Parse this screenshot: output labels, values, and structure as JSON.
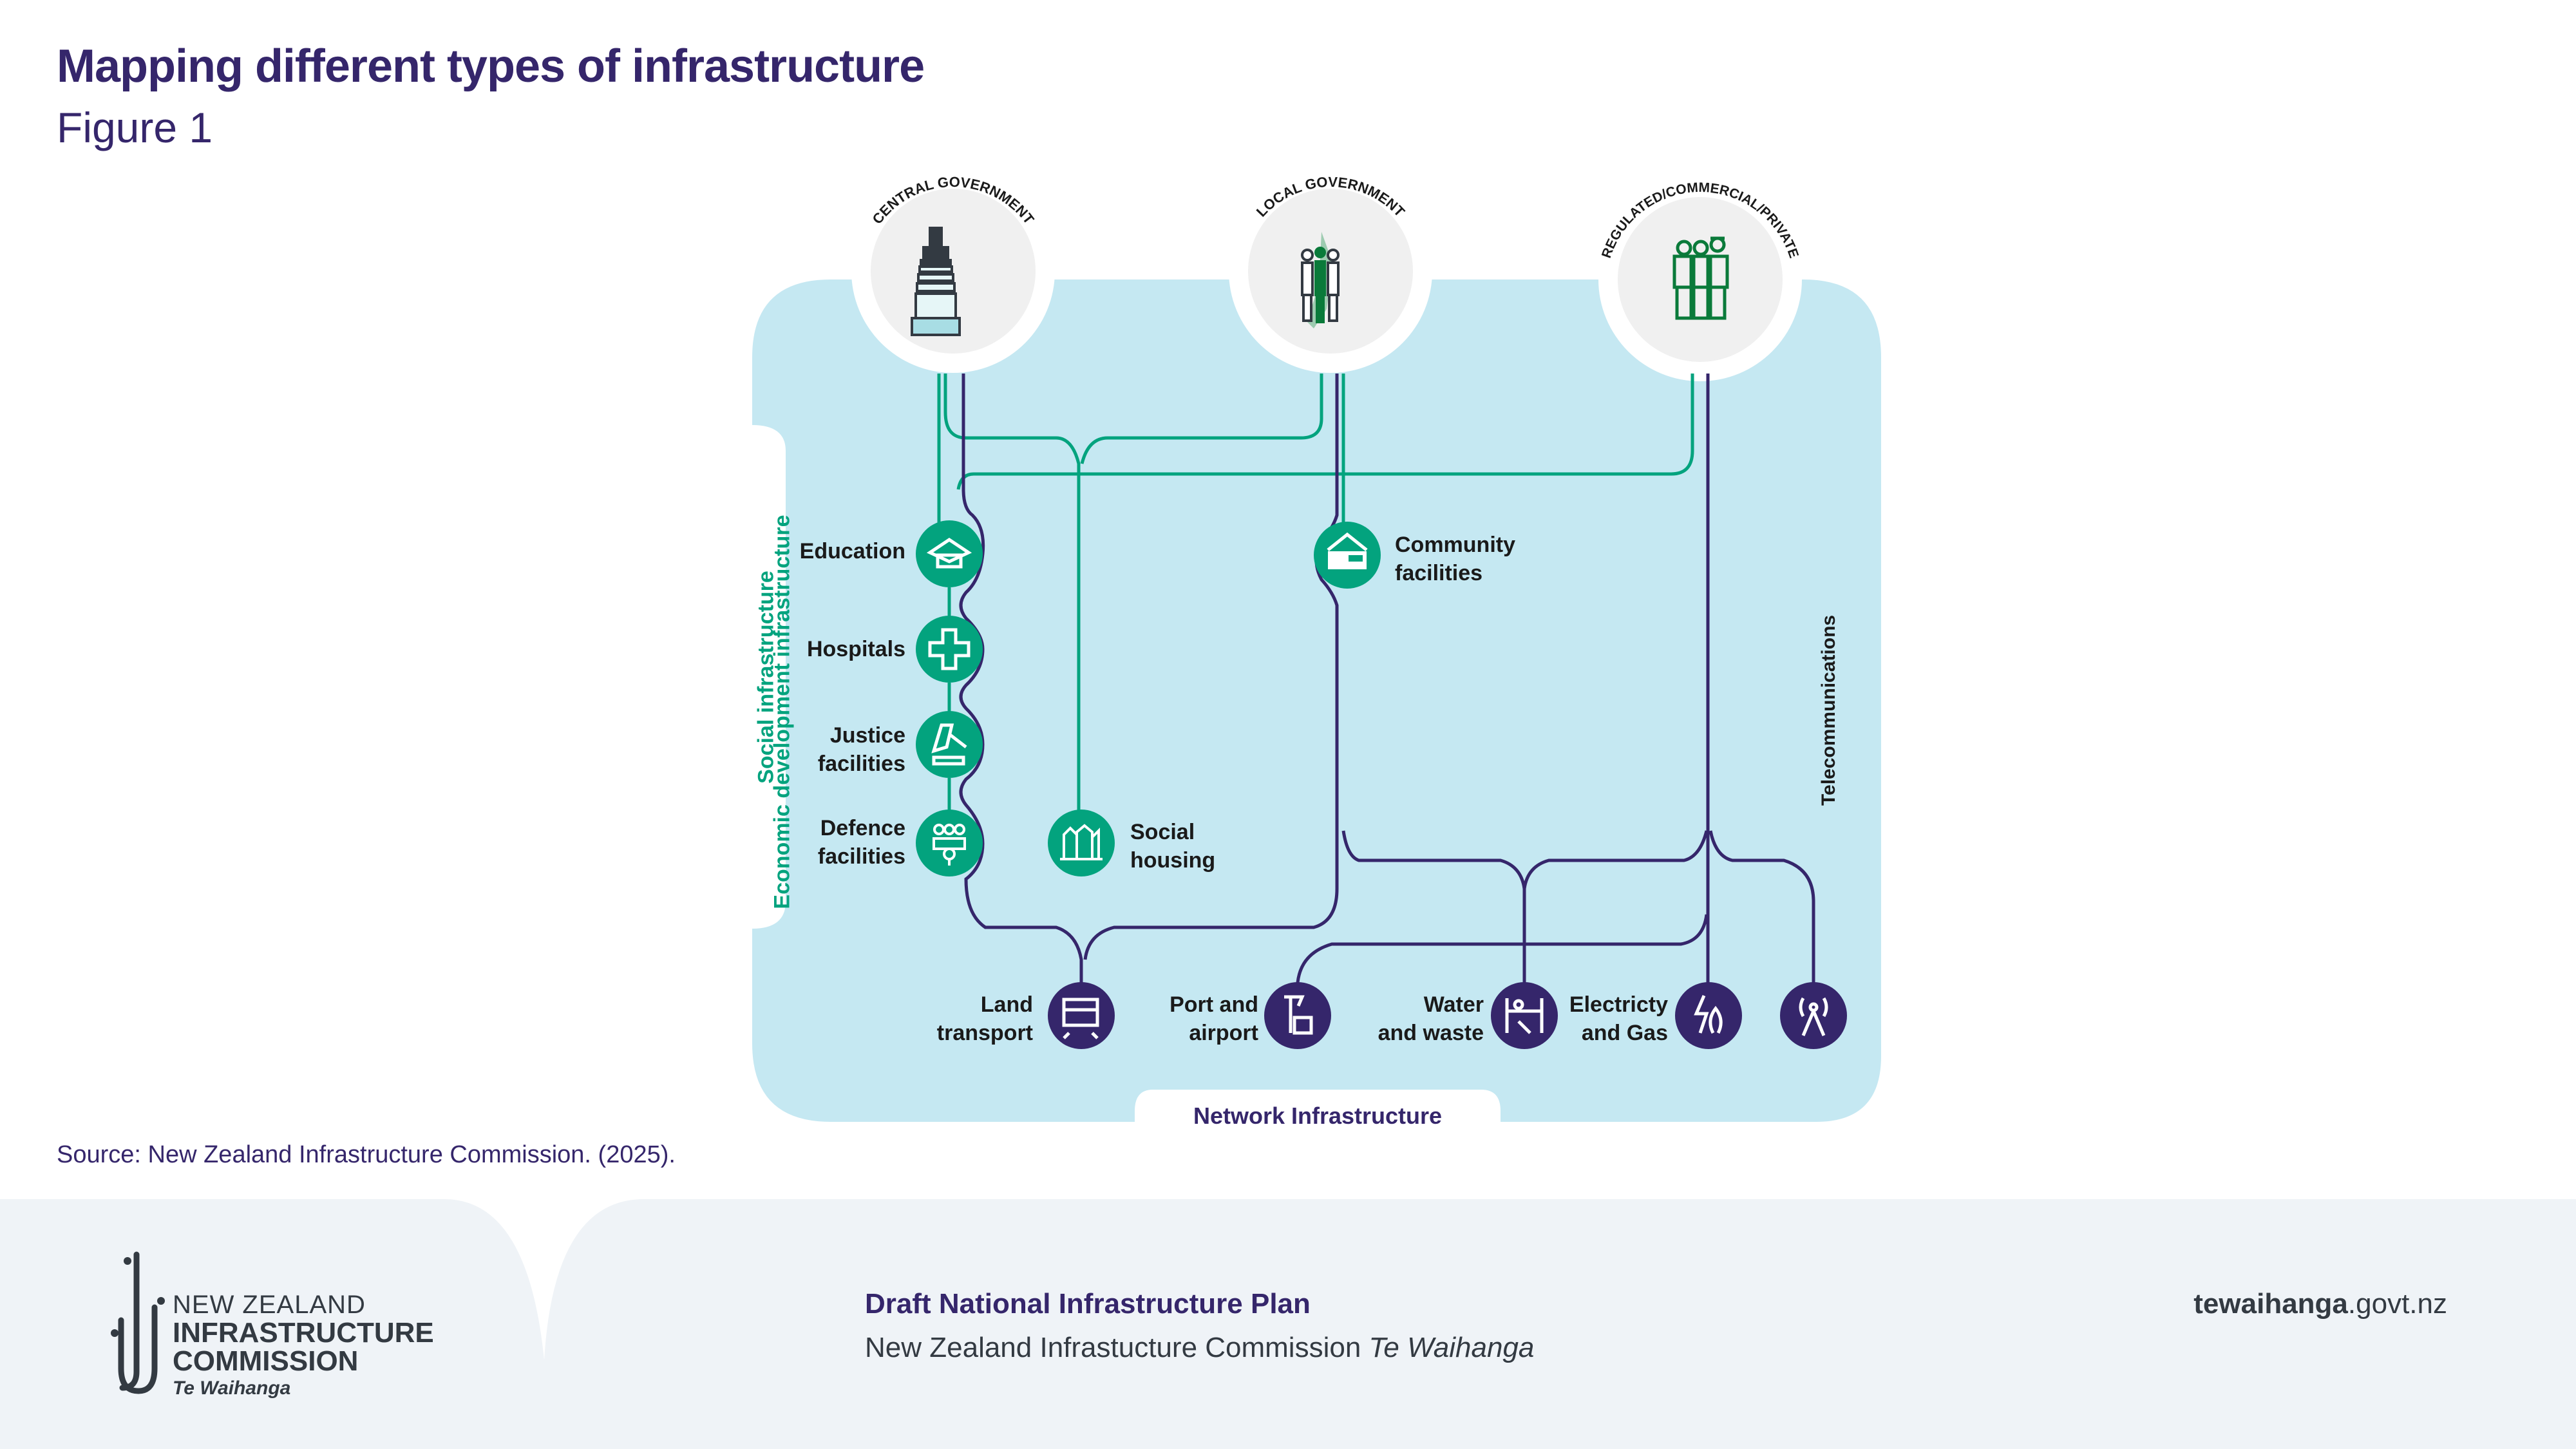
{
  "header": {
    "title": "Mapping different types of infrastructure",
    "subtitle": "Figure 1"
  },
  "diagram": {
    "colors": {
      "panel": "#c5e8f2",
      "social_green": "#03a37e",
      "network_purple": "#35266b",
      "circle_grey": "#f0f0f0",
      "label_dark": "#1a1a1a"
    },
    "owners": [
      {
        "id": "central",
        "label": "CENTRAL GOVERNMENT",
        "icon": "parliament-building-icon"
      },
      {
        "id": "local",
        "label": "LOCAL GOVERNMENT",
        "icon": "people-map-icon"
      },
      {
        "id": "regulated",
        "label": "REGULATED/COMMERCIAL/PRIVATE",
        "icon": "business-people-icon"
      }
    ],
    "side_labels": {
      "social": "Social infrastructure",
      "economic": "Economic development infrastructure",
      "telecom": "Telecommunications",
      "network": "Network Infrastructure"
    },
    "social_nodes": [
      {
        "id": "education",
        "label_line1": "Education",
        "label_line2": "",
        "icon": "graduation-cap-icon"
      },
      {
        "id": "hospitals",
        "label_line1": "Hospitals",
        "label_line2": "",
        "icon": "medical-cross-icon"
      },
      {
        "id": "justice",
        "label_line1": "Justice",
        "label_line2": "facilities",
        "icon": "gavel-icon"
      },
      {
        "id": "defence",
        "label_line1": "Defence",
        "label_line2": "facilities",
        "icon": "defence-group-icon"
      },
      {
        "id": "social-housing",
        "label_line1": "Social",
        "label_line2": "housing",
        "icon": "housing-icon"
      },
      {
        "id": "community",
        "label_line1": "Community",
        "label_line2": "facilities",
        "icon": "community-hall-icon"
      }
    ],
    "network_nodes": [
      {
        "id": "land-transport",
        "label_line1": "Land",
        "label_line2": "transport",
        "icon": "train-icon"
      },
      {
        "id": "port-airport",
        "label_line1": "Port and",
        "label_line2": "airport",
        "icon": "crane-icon"
      },
      {
        "id": "water-waste",
        "label_line1": "Water",
        "label_line2": "and waste",
        "icon": "water-pipes-icon"
      },
      {
        "id": "electricity-gas",
        "label_line1": "Electricty",
        "label_line2": "and Gas",
        "icon": "lightning-flame-icon"
      },
      {
        "id": "telecommunications",
        "label_line1": "",
        "label_line2": "",
        "icon": "radio-tower-icon"
      }
    ]
  },
  "source": "Source: New Zealand Infrastructure Commission. (2025).",
  "footer": {
    "logo_line1": "NEW ZEALAND",
    "logo_line2": "INFRASTRUCTURE",
    "logo_line3": "COMMISSION",
    "logo_line4": "Te Waihanga",
    "plan_title": "Draft National Infrastructure Plan",
    "plan_org": "New Zealand Infrastucture Commission",
    "plan_org_italic": "Te Waihanga",
    "site_bold": "tewaihanga",
    "site_rest": ".govt.nz"
  }
}
